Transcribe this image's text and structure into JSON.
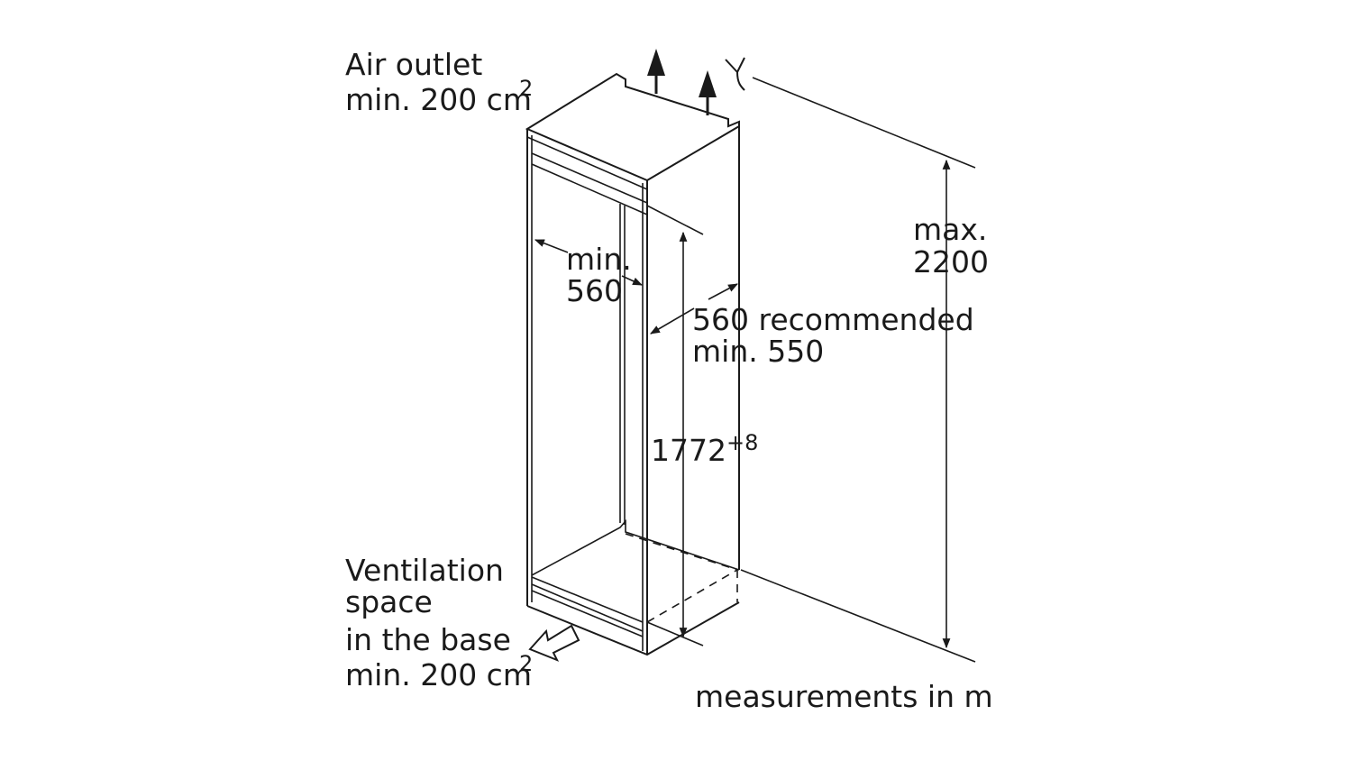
{
  "labels": {
    "air_outlet_line1": "Air outlet",
    "air_outlet_line2": "min. 200 cm",
    "air_outlet_sup": "2",
    "width_min_line1": "min.",
    "width_min_line2": "560",
    "depth_line1": "560 recommended",
    "depth_line2": "min. 550",
    "height_niche": "1772",
    "height_niche_tolerance": "+8",
    "height_max_line1": "max.",
    "height_max_line2": "2200",
    "ventilation_line1": "Ventilation",
    "ventilation_line2": "space",
    "ventilation_line3": "in the base",
    "ventilation_line4": "min. 200 cm",
    "ventilation_sup": "2",
    "measurements_note": "measurements in m"
  },
  "icons": {
    "airflow_arrows": "arrow-up-icon",
    "ceiling_symbol": "ceiling-height-icon",
    "air_inlet": "outline-arrow-icon"
  }
}
